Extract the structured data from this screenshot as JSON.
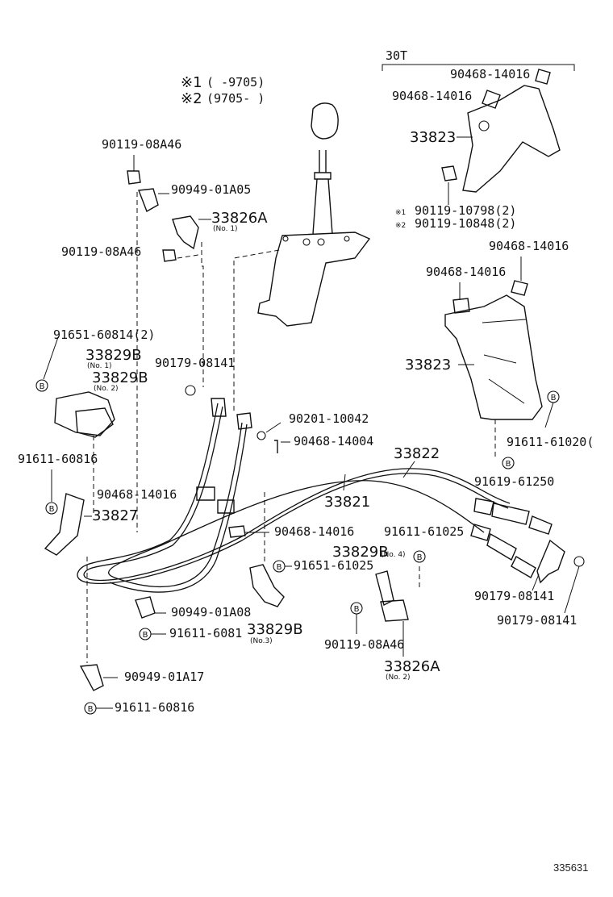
{
  "variants": {
    "v1_mark": "※1",
    "v1_range": "(    -9705)",
    "v2_mark": "※2",
    "v2_range": "(9705-     )"
  },
  "group_label": "30T",
  "marker_b": "B",
  "footer_code": "335631",
  "labels": {
    "p90119_08A46_top": "90119-08A46",
    "p90949_01A05": "90949-01A05",
    "p33826A_no1": "33826A",
    "p33826A_no1_sub": "(No. 1)",
    "p90119_08A46_mid": "90119-08A46",
    "p91651_60814": "91651-60814(2)",
    "p33829B_no1": "33829B",
    "p33829B_no1_sub": "(No. 1)",
    "p33829B_no2": "33829B",
    "p33829B_no2_sub": "(No. 2)",
    "p90179_08141_left": "90179-08141",
    "p91611_60816_left": "91611-60816",
    "p90468_14016_left": "90468-14016",
    "p33827": "33827",
    "p90201_10042": "90201-10042",
    "p90468_14004": "90468-14004",
    "p33822": "33822",
    "p33821": "33821",
    "p90468_14016_mid": "90468-14016",
    "p91611_61025": "91611-61025",
    "p33829B_no4": "33829B",
    "p33829B_no4_sub": "(No. 4)",
    "p91651_61025": "91651-61025",
    "p90949_01A08": "90949-01A08",
    "p91611_608xx": "91611-6081",
    "p33829B_no3": "33829B",
    "p33829B_no3_sub": "(No.3)",
    "p90119_08A46_bot": "90119-08A46",
    "p33826A_no2": "33826A",
    "p33826A_no2_sub": "(No. 2)",
    "p90179_08141_r1": "90179-08141",
    "p90179_08141_r2": "90179-08141",
    "p90949_01A17": "90949-01A17",
    "p91611_60816_bot": "91611-60816",
    "p90468_14016_tr1": "90468-14016",
    "p90468_14016_tr2": "90468-14016",
    "p33823_top": "33823",
    "p90119_10798": "90119-10798(2)",
    "p90119_10848": "90119-10848(2)",
    "p90468_14016_r3": "90468-14016",
    "p90468_14016_r4": "90468-14016",
    "p33823_bot": "33823",
    "p91611_61020": "91611-61020(",
    "p91619_61250": "91619-61250",
    "mark_1": "※1",
    "mark_2": "※2"
  }
}
